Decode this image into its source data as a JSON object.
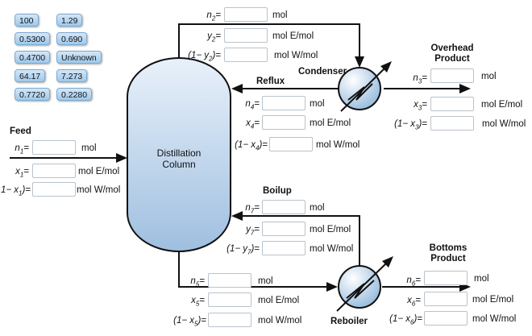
{
  "chips": [
    "100",
    "1.29",
    "0.5300",
    "0.690",
    "0.4700",
    "Unknown",
    "64.17",
    "7.273",
    "0.7720",
    "0.2280"
  ],
  "column_label_line1": "Distillation",
  "column_label_line2": "Column",
  "labels": {
    "feed": "Feed",
    "reflux": "Reflux",
    "condenser": "Condenser",
    "overhead_line1": "Overhead",
    "overhead_line2": "Product",
    "boilup": "Boilup",
    "reboiler": "Reboiler",
    "bottoms_line1": "Bottoms",
    "bottoms_line2": "Product"
  },
  "units": {
    "mol": "mol",
    "mol_e": "mol E/mol",
    "mol_w": "mol W/mol"
  },
  "fields": {
    "n1": "",
    "x1": "",
    "one_minus_x1": "",
    "n2": "",
    "y2": "",
    "one_minus_y2": "",
    "n3": "",
    "x3": "",
    "one_minus_x3": "",
    "n4": "",
    "x4": "",
    "one_minus_x4": "",
    "n5": "",
    "x5": "",
    "one_minus_x5": "",
    "n6": "",
    "x6": "",
    "one_minus_x6": "",
    "n7": "",
    "y7": "",
    "one_minus_y7": ""
  }
}
